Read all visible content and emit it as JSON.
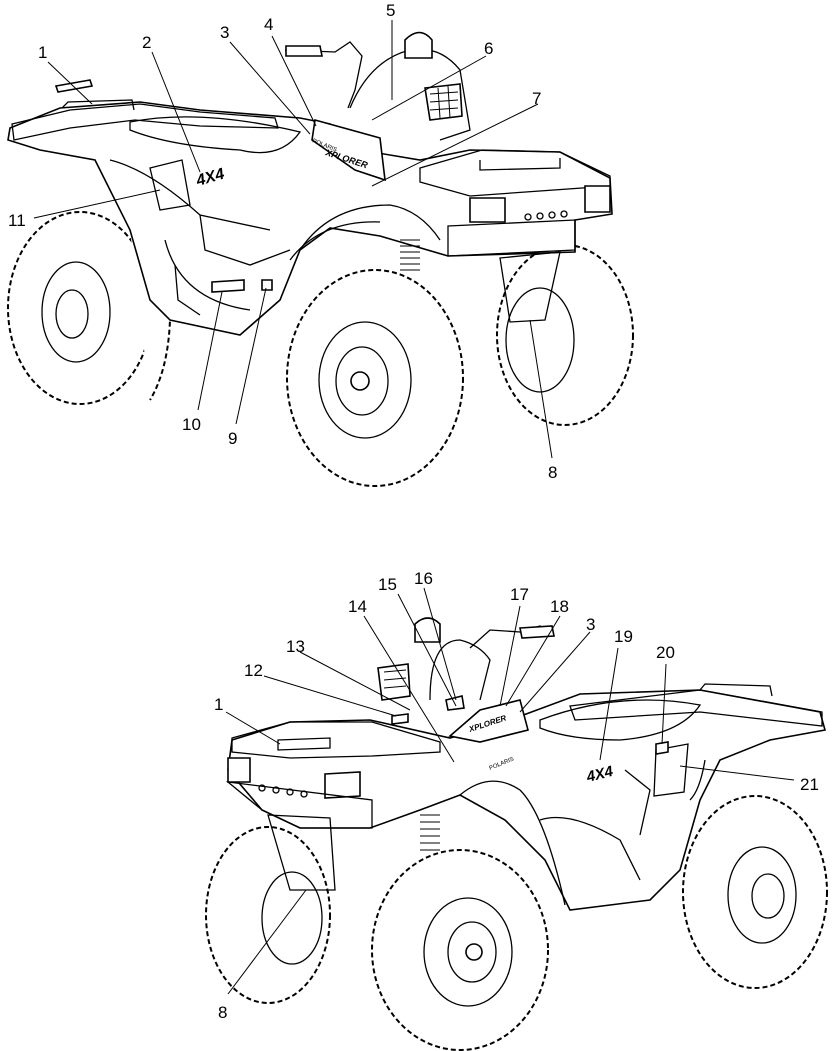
{
  "callouts": {
    "top": [
      "1",
      "2",
      "3",
      "4",
      "5",
      "6",
      "7",
      "8",
      "9",
      "10",
      "11"
    ],
    "bottom": [
      "1",
      "3",
      "8",
      "12",
      "13",
      "14",
      "15",
      "16",
      "17",
      "18",
      "19",
      "20",
      "21"
    ]
  },
  "decal_text": {
    "model_top": "4X4",
    "model_bottom": "4X4",
    "brand_top": "POLARIS",
    "brand_bottom": "POLARIS",
    "tank_top": "XPLORER",
    "tank_bottom": "XPLORER"
  }
}
